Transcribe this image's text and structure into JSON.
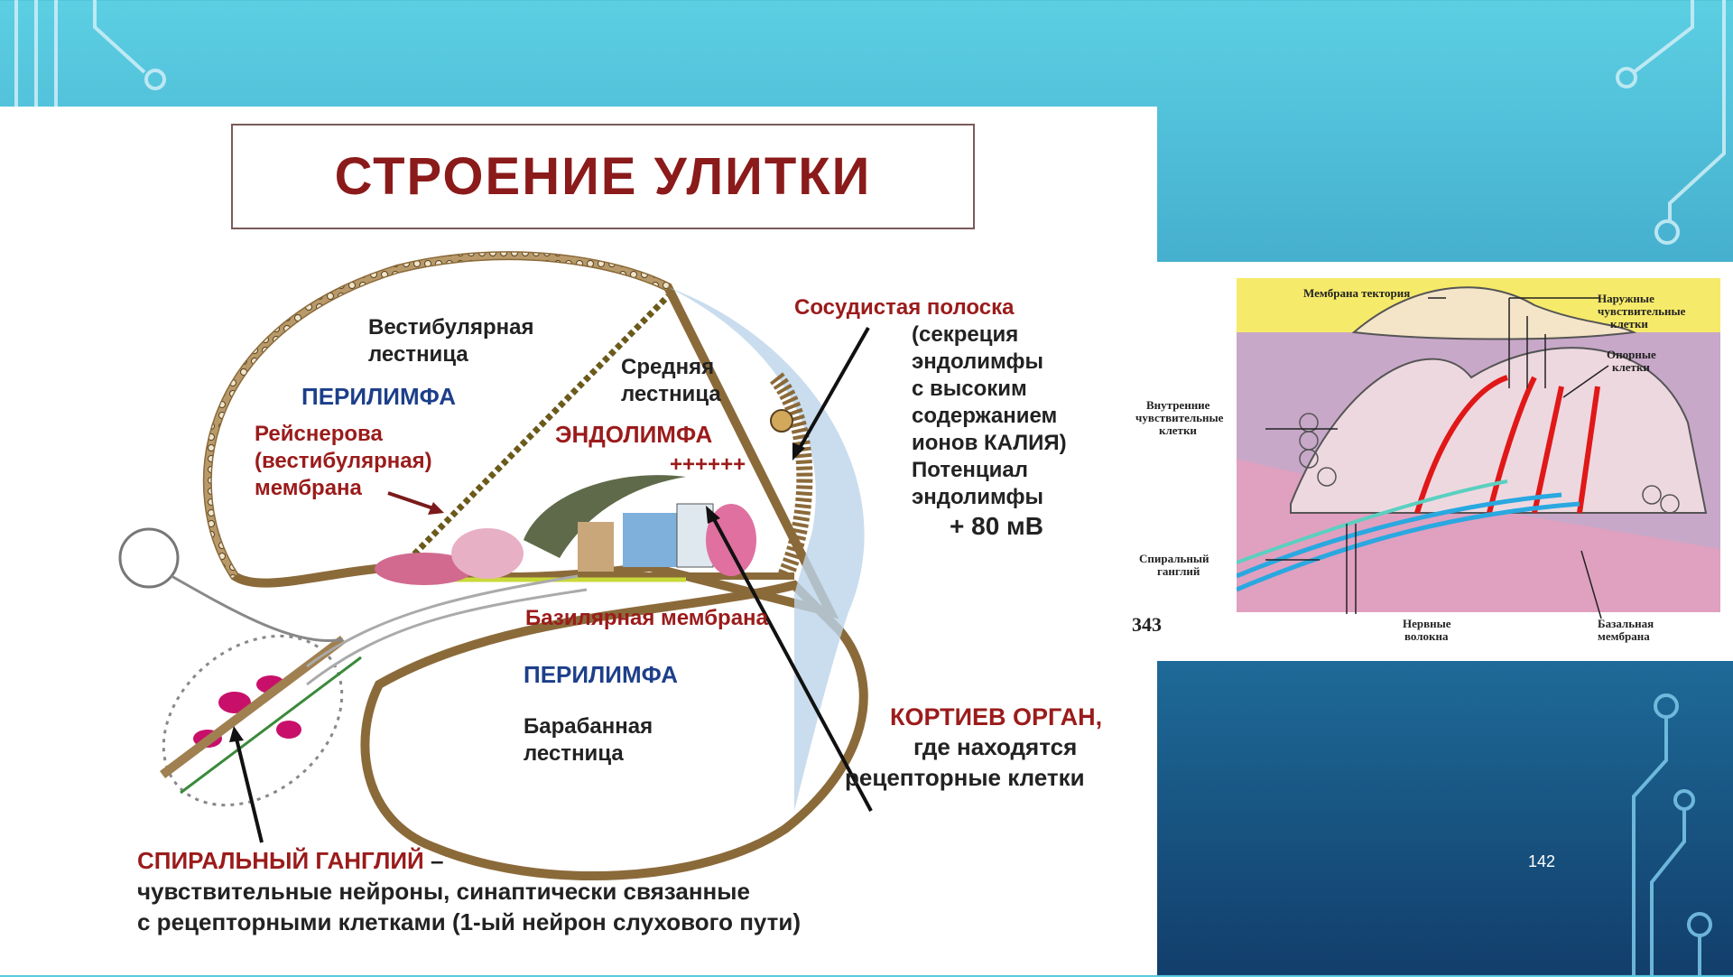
{
  "slide": {
    "title": "СТРОЕНИЕ УЛИТКИ",
    "page_number": "142"
  },
  "main_diagram": {
    "vestibular_1": "Вестибулярная",
    "vestibular_2": "лестница",
    "perilymph_top": "ПЕРИЛИМФА",
    "reissner_1": "Рейснерова",
    "reissner_2": "(вестибулярная)",
    "reissner_3": "мембрана",
    "middle_1": "Средняя",
    "middle_2": "лестница",
    "endolymph": "ЭНДОЛИМФА",
    "plus": "++++++",
    "stria_title": "Сосудистая полоска",
    "stria_1": "(секреция",
    "stria_2": "эндолимфы",
    "stria_3": "с высоким",
    "stria_4": "содержанием",
    "stria_5": "ионов КАЛИЯ)",
    "stria_6": "Потенциал",
    "stria_7": "эндолимфы",
    "stria_8": "+ 80 мВ",
    "basilar": "Базилярная мембрана",
    "perilymph_bottom": "ПЕРИЛИМФА",
    "tympanic_1": "Барабанная",
    "tympanic_2": "лестница",
    "corti_1": "КОРТИЕВ ОРГАН,",
    "corti_2": "где находятся",
    "corti_3": "рецепторные клетки",
    "ganglion_title": "СПИРАЛЬНЫЙ ГАНГЛИЙ",
    "ganglion_dash": " –",
    "ganglion_1": "чувствительные нейроны, синаптически связанные",
    "ganglion_2": "с рецепторными клетками (1-ый нейрон слухового пути)"
  },
  "side_diagram": {
    "tectorial": "Мембрана тектория",
    "outer_1": "Наружные",
    "outer_2": "чувствительные",
    "outer_3": "клетки",
    "support_1": "Опорные",
    "support_2": "клетки",
    "inner_1": "Внутренние",
    "inner_2": "чувствительные",
    "inner_3": "клетки",
    "ganglion_1": "Спиральный",
    "ganglion_2": "ганглий",
    "figure_num": "343",
    "nerve_1": "Нервные",
    "nerve_2": "волокна",
    "basal_1": "Базальная",
    "basal_2": "мембрана"
  }
}
